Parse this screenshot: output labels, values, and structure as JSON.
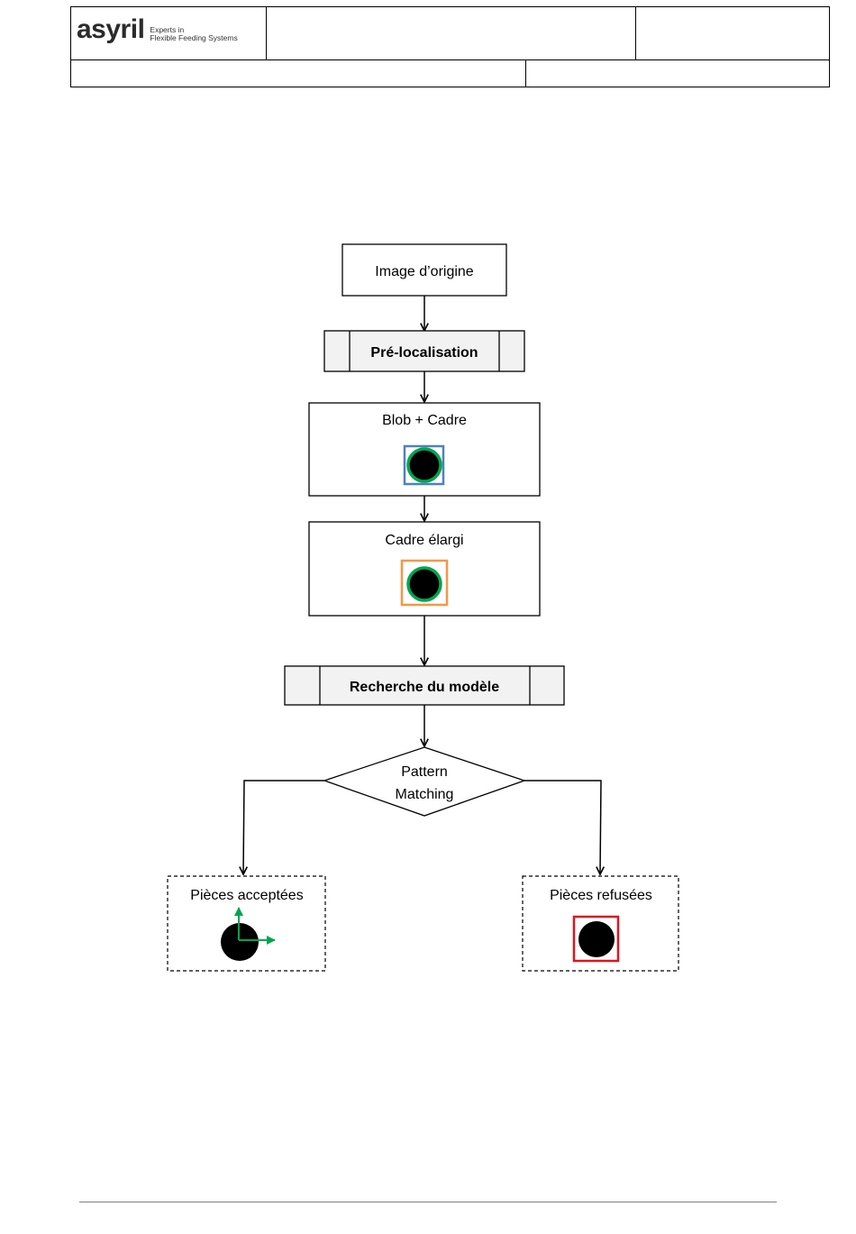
{
  "header": {
    "logo": {
      "wordmark": "asyril",
      "tagline_line1": "Experts in",
      "tagline_line2": "Flexible Feeding Systems"
    },
    "title": "",
    "reference": "",
    "bottom_left": "",
    "bottom_right": ""
  },
  "flowchart": {
    "nodes": {
      "original_image": "Image d’origine",
      "pre_localisation": "Pré-localisation",
      "blob_frame": "Blob + Cadre",
      "enlarged_frame": "Cadre élargi",
      "model_search": "Recherche du modèle",
      "pattern_matching_line1": "Pattern",
      "pattern_matching_line2": "Matching",
      "accepted_parts": "Pièces acceptées",
      "rejected_parts": "Pièces refusées"
    },
    "colors": {
      "process_fill": "#f2f2f2",
      "blob_frame_stroke": "#4f81bd",
      "enlarged_frame_stroke": "#f79646",
      "blob_outline": "#00a550",
      "axis_arrows": "#00a550",
      "rejected_frame_stroke": "#e0141e"
    }
  }
}
